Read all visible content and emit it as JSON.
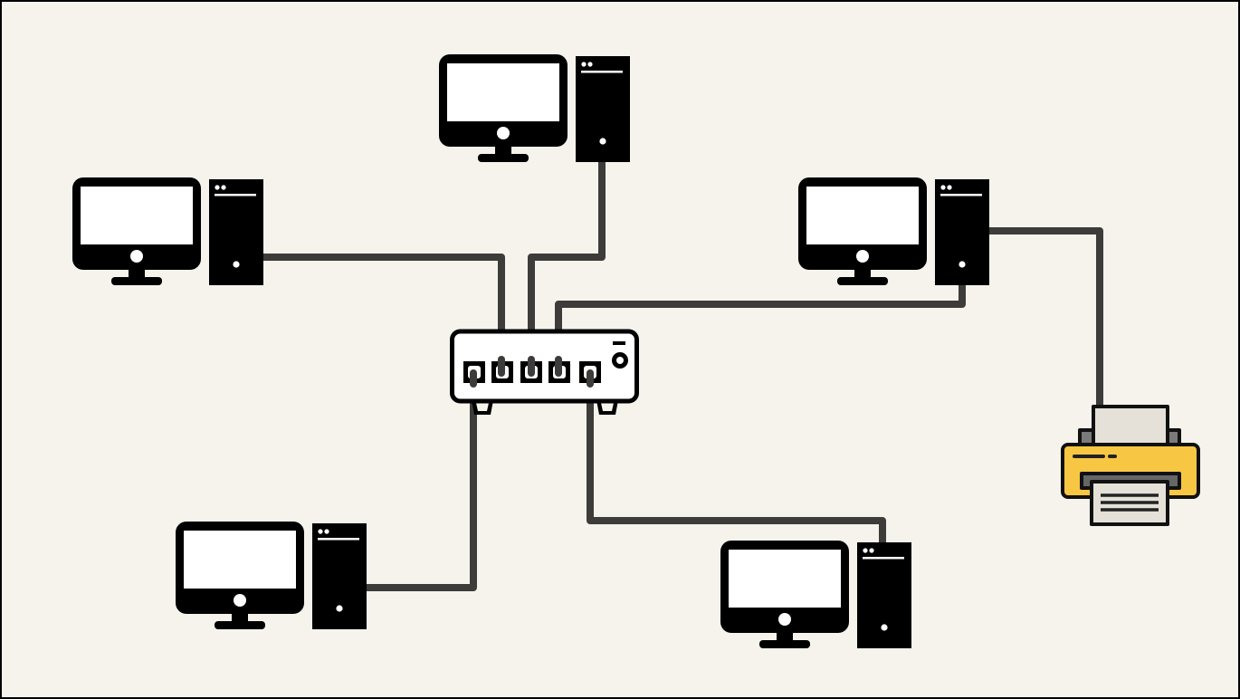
{
  "diagram": {
    "topology": "star",
    "background_color": "#f5f3ec",
    "cable_color": "#3e3c3a",
    "device_color": "#000000",
    "screen_color": "#ffffff",
    "printer_body_color": "#f7c744",
    "printer_paper_color": "#e5e1d8",
    "hub": {
      "type": "network-switch",
      "ports": 5,
      "icon": "network-switch-icon"
    },
    "nodes": [
      {
        "id": "pc-top",
        "type": "computer",
        "icon": "desktop-computer-icon",
        "hub_port": 2
      },
      {
        "id": "pc-upper-left",
        "type": "computer",
        "icon": "desktop-computer-icon",
        "hub_port": 1
      },
      {
        "id": "pc-upper-right",
        "type": "computer",
        "icon": "desktop-computer-icon",
        "hub_port": 3
      },
      {
        "id": "pc-lower-left",
        "type": "computer",
        "icon": "desktop-computer-icon",
        "hub_port": 0
      },
      {
        "id": "pc-lower-right",
        "type": "computer",
        "icon": "desktop-computer-icon",
        "hub_port": 4
      },
      {
        "id": "printer",
        "type": "printer",
        "icon": "printer-icon",
        "connected_to": "pc-upper-right"
      }
    ]
  }
}
